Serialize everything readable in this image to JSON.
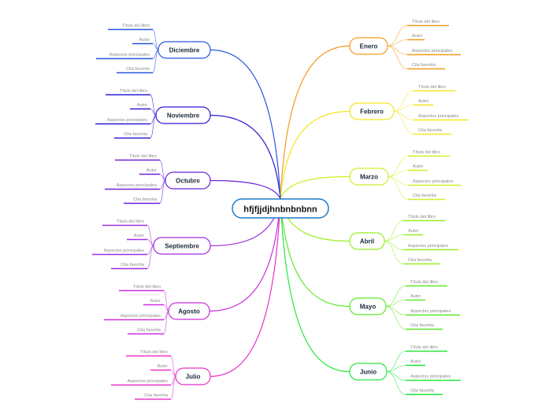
{
  "central": {
    "label": "hfjfjjdjhnbnbnbnn",
    "color": "#1e7cc8"
  },
  "branches": [
    {
      "month": "Enero",
      "color": "#f39a1c",
      "leaves": [
        "Título del libro",
        "Autor",
        "Aspectos principales",
        "Cita favorita"
      ]
    },
    {
      "month": "Febrero",
      "color": "#f2e61e",
      "leaves": [
        "Título del libro",
        "Autor",
        "Aspectos principales",
        "Cita favorita"
      ]
    },
    {
      "month": "Marzo",
      "color": "#d2ee28",
      "leaves": [
        "Título del libro",
        "Autor",
        "Aspectos principales",
        "Cita favorita"
      ]
    },
    {
      "month": "Abril",
      "color": "#98ee22",
      "leaves": [
        "Título del libro",
        "Autor",
        "Aspectos principales",
        "Cita favorita"
      ]
    },
    {
      "month": "Mayo",
      "color": "#5ce82a",
      "leaves": [
        "Título del libro",
        "Autor",
        "Aspectos principales",
        "Cita favorita"
      ]
    },
    {
      "month": "Junio",
      "color": "#26e63c",
      "leaves": [
        "Título del libro",
        "Autor",
        "Aspectos principales",
        "Cita favorita"
      ]
    },
    {
      "month": "Julio",
      "color": "#e830c8",
      "leaves": [
        "Título del libro",
        "Autor",
        "Aspectos principales",
        "Cita favorita"
      ]
    },
    {
      "month": "Agosto",
      "color": "#cc2ee0",
      "leaves": [
        "Título del libro",
        "Autor",
        "Aspectos principales",
        "Cita favorita"
      ]
    },
    {
      "month": "Septiembre",
      "color": "#a02ee0",
      "leaves": [
        "Título del libro",
        "Autor",
        "Aspectos principales",
        "Cita favorita"
      ]
    },
    {
      "month": "Octubre",
      "color": "#6a20d8",
      "leaves": [
        "Título del libro",
        "Autor",
        "Aspectos principales",
        "Cita favorita"
      ]
    },
    {
      "month": "Noviembre",
      "color": "#2a1ad0",
      "leaves": [
        "Título del libro",
        "Autor",
        "Aspectos principales",
        "Cita favorita"
      ]
    },
    {
      "month": "Diciembre",
      "color": "#2656e0",
      "leaves": [
        "Título del libro",
        "Autor",
        "Aspectos principales",
        "Cita favorita"
      ]
    }
  ]
}
